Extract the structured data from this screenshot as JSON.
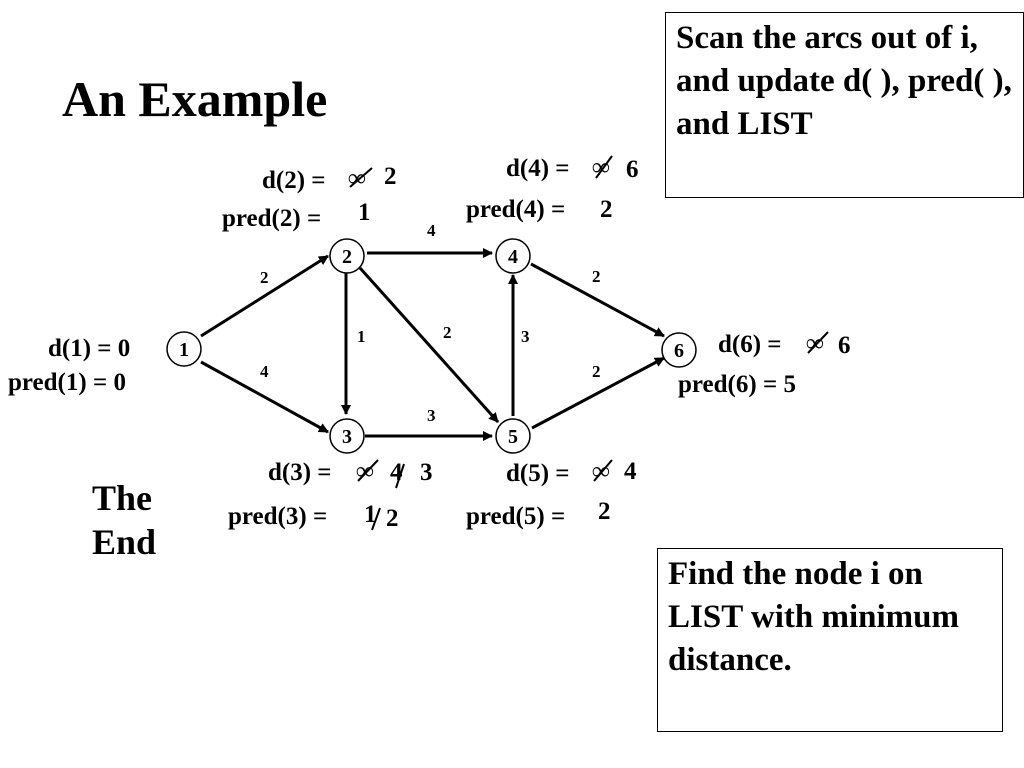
{
  "title": "An Example",
  "box_top": "Scan the arcs out of i, and update d( ), pred( ), and LIST",
  "box_bottom": "Find the node i on LIST with minimum distance.",
  "end_text_1": "The",
  "end_text_2": "End",
  "nodes": [
    {
      "id": "1"
    },
    {
      "id": "2"
    },
    {
      "id": "3"
    },
    {
      "id": "4"
    },
    {
      "id": "5"
    },
    {
      "id": "6"
    }
  ],
  "edges": [
    {
      "from": "1",
      "to": "2",
      "weight": "2"
    },
    {
      "from": "1",
      "to": "3",
      "weight": "4"
    },
    {
      "from": "2",
      "to": "4",
      "weight": "4"
    },
    {
      "from": "2",
      "to": "3",
      "weight": "1"
    },
    {
      "from": "2",
      "to": "5",
      "weight": "2"
    },
    {
      "from": "3",
      "to": "5",
      "weight": "3"
    },
    {
      "from": "5",
      "to": "4",
      "weight": "3"
    },
    {
      "from": "4",
      "to": "6",
      "weight": "2"
    },
    {
      "from": "5",
      "to": "6",
      "weight": "2"
    }
  ],
  "labels": {
    "d1": "d(1) = 0",
    "pred1": "pred(1) = 0",
    "d2": "d(2) =",
    "d2_old": "∞",
    "d2_new": "2",
    "pred2": "pred(2) =",
    "pred2_val": "1",
    "d3": "d(3) =",
    "d3_old": "∞",
    "d3_mid": "4",
    "d3_new": "3",
    "pred3": "pred(3) =",
    "pred3_old": "1",
    "pred3_new": "2",
    "d4": "d(4) =",
    "d4_old": "∞",
    "d4_new": "6",
    "pred4": "pred(4) =",
    "pred4_val": "2",
    "d5": "d(5) =",
    "d5_old": "∞",
    "d5_new": "4",
    "pred5": "pred(5) =",
    "pred5_val": "2",
    "d6": "d(6) =",
    "d6_old": "∞",
    "d6_new": "6",
    "pred6": "pred(6) = 5"
  }
}
